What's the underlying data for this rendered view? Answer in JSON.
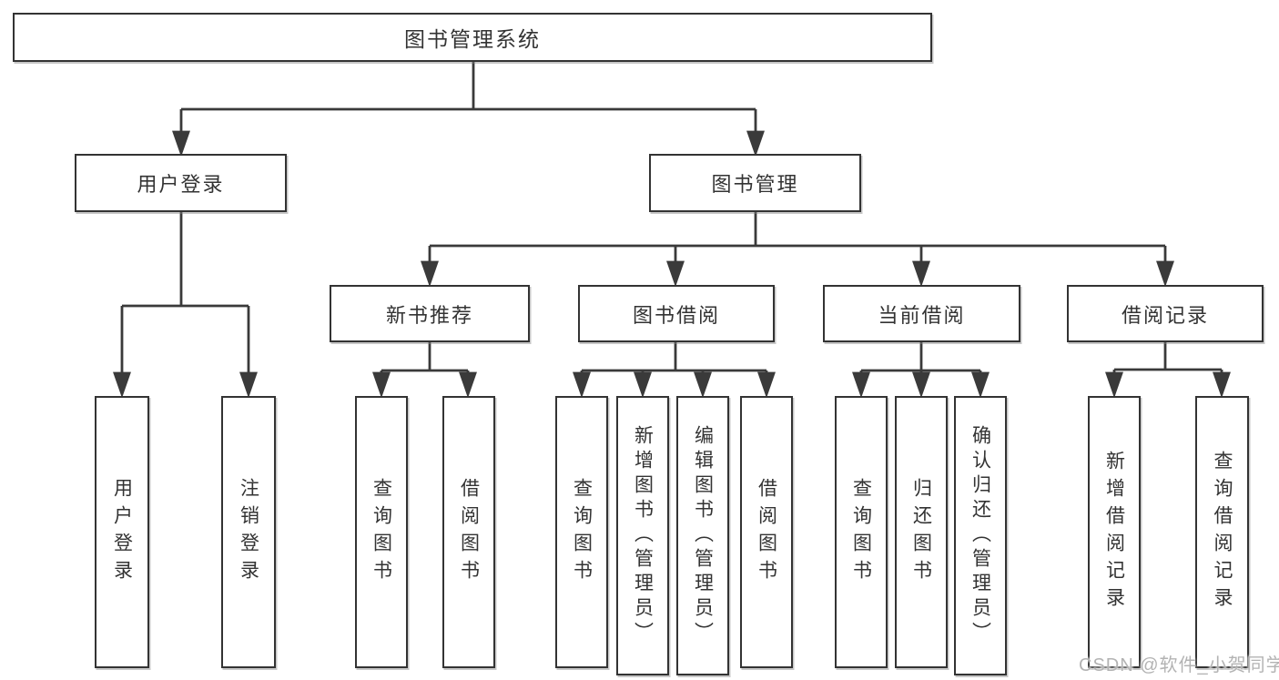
{
  "diagram": {
    "colors": {
      "line": "#333333",
      "text": "#333333",
      "background": "#ffffff",
      "watermark": "#b3b3b3"
    },
    "watermark": "CSDN @软件_小贺同学",
    "nodes": {
      "root": {
        "label": "图书管理系统"
      },
      "user_login": {
        "label": "用户登录"
      },
      "book_mgmt": {
        "label": "图书管理"
      },
      "new_book_rec": {
        "label": "新书推荐"
      },
      "book_borrow": {
        "label": "图书借阅"
      },
      "current_borrow": {
        "label": "当前借阅"
      },
      "borrow_records": {
        "label": "借阅记录"
      },
      "ul_user_login": {
        "label": "用户登录"
      },
      "ul_logout": {
        "label": "注销登录"
      },
      "rec_query_books": {
        "label": "查询图书"
      },
      "rec_borrow_books": {
        "label": "借阅图书"
      },
      "bb_query_books": {
        "label": "查询图书"
      },
      "bb_add_books": {
        "label": "新增图书（管理员）"
      },
      "bb_edit_books": {
        "label": "编辑图书（管理员）"
      },
      "bb_borrow_books": {
        "label": "借阅图书"
      },
      "cb_query_books": {
        "label": "查询图书"
      },
      "cb_return_books": {
        "label": "归还图书"
      },
      "cb_confirm_return": {
        "label": "确认归还（管理员）"
      },
      "br_add_record": {
        "label": "新增借阅记录"
      },
      "br_query_record": {
        "label": "查询借阅记录"
      }
    },
    "hierarchy": {
      "图书管理系统": {
        "用户登录": [
          "用户登录",
          "注销登录"
        ],
        "图书管理": {
          "新书推荐": [
            "查询图书",
            "借阅图书"
          ],
          "图书借阅": [
            "查询图书",
            "新增图书（管理员）",
            "编辑图书（管理员）",
            "借阅图书"
          ],
          "当前借阅": [
            "查询图书",
            "归还图书",
            "确认归还（管理员）"
          ],
          "借阅记录": [
            "新增借阅记录",
            "查询借阅记录"
          ]
        }
      }
    }
  }
}
